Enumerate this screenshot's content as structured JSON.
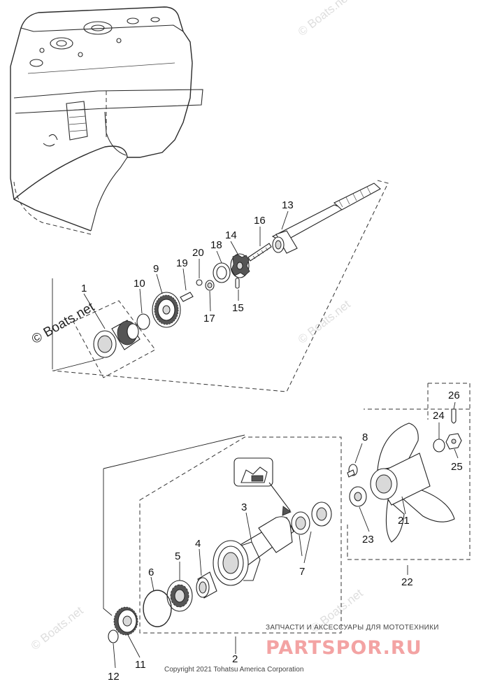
{
  "watermarks": {
    "boats_main": "© Boats.net",
    "boats_faint": "© Boats.net"
  },
  "footer": {
    "copyright": "Copyright 2021 Tohatsu America Corporation",
    "ru_tagline": "ЗАПЧАСТИ И АКСЕССУАРЫ ДЛЯ МОТОТЕХНИКИ",
    "brand": "PARTSPOR.RU"
  },
  "colors": {
    "line": "#2a2a2a",
    "brand": "#f3a3a3",
    "watermark": "#000000"
  },
  "callouts": [
    {
      "id": "1",
      "label": "1"
    },
    {
      "id": "2",
      "label": "2"
    },
    {
      "id": "3",
      "label": "3"
    },
    {
      "id": "4",
      "label": "4"
    },
    {
      "id": "5",
      "label": "5"
    },
    {
      "id": "6",
      "label": "6"
    },
    {
      "id": "7",
      "label": "7"
    },
    {
      "id": "8",
      "label": "8"
    },
    {
      "id": "9",
      "label": "9"
    },
    {
      "id": "10",
      "label": "10"
    },
    {
      "id": "11",
      "label": "11"
    },
    {
      "id": "12",
      "label": "12"
    },
    {
      "id": "13",
      "label": "13"
    },
    {
      "id": "14",
      "label": "14"
    },
    {
      "id": "15",
      "label": "15"
    },
    {
      "id": "16",
      "label": "16"
    },
    {
      "id": "17",
      "label": "17"
    },
    {
      "id": "18",
      "label": "18"
    },
    {
      "id": "19",
      "label": "19"
    },
    {
      "id": "20",
      "label": "20"
    },
    {
      "id": "21",
      "label": "21"
    },
    {
      "id": "22",
      "label": "22"
    },
    {
      "id": "23",
      "label": "23"
    },
    {
      "id": "24",
      "label": "24"
    },
    {
      "id": "25",
      "label": "25"
    },
    {
      "id": "26",
      "label": "26"
    }
  ]
}
